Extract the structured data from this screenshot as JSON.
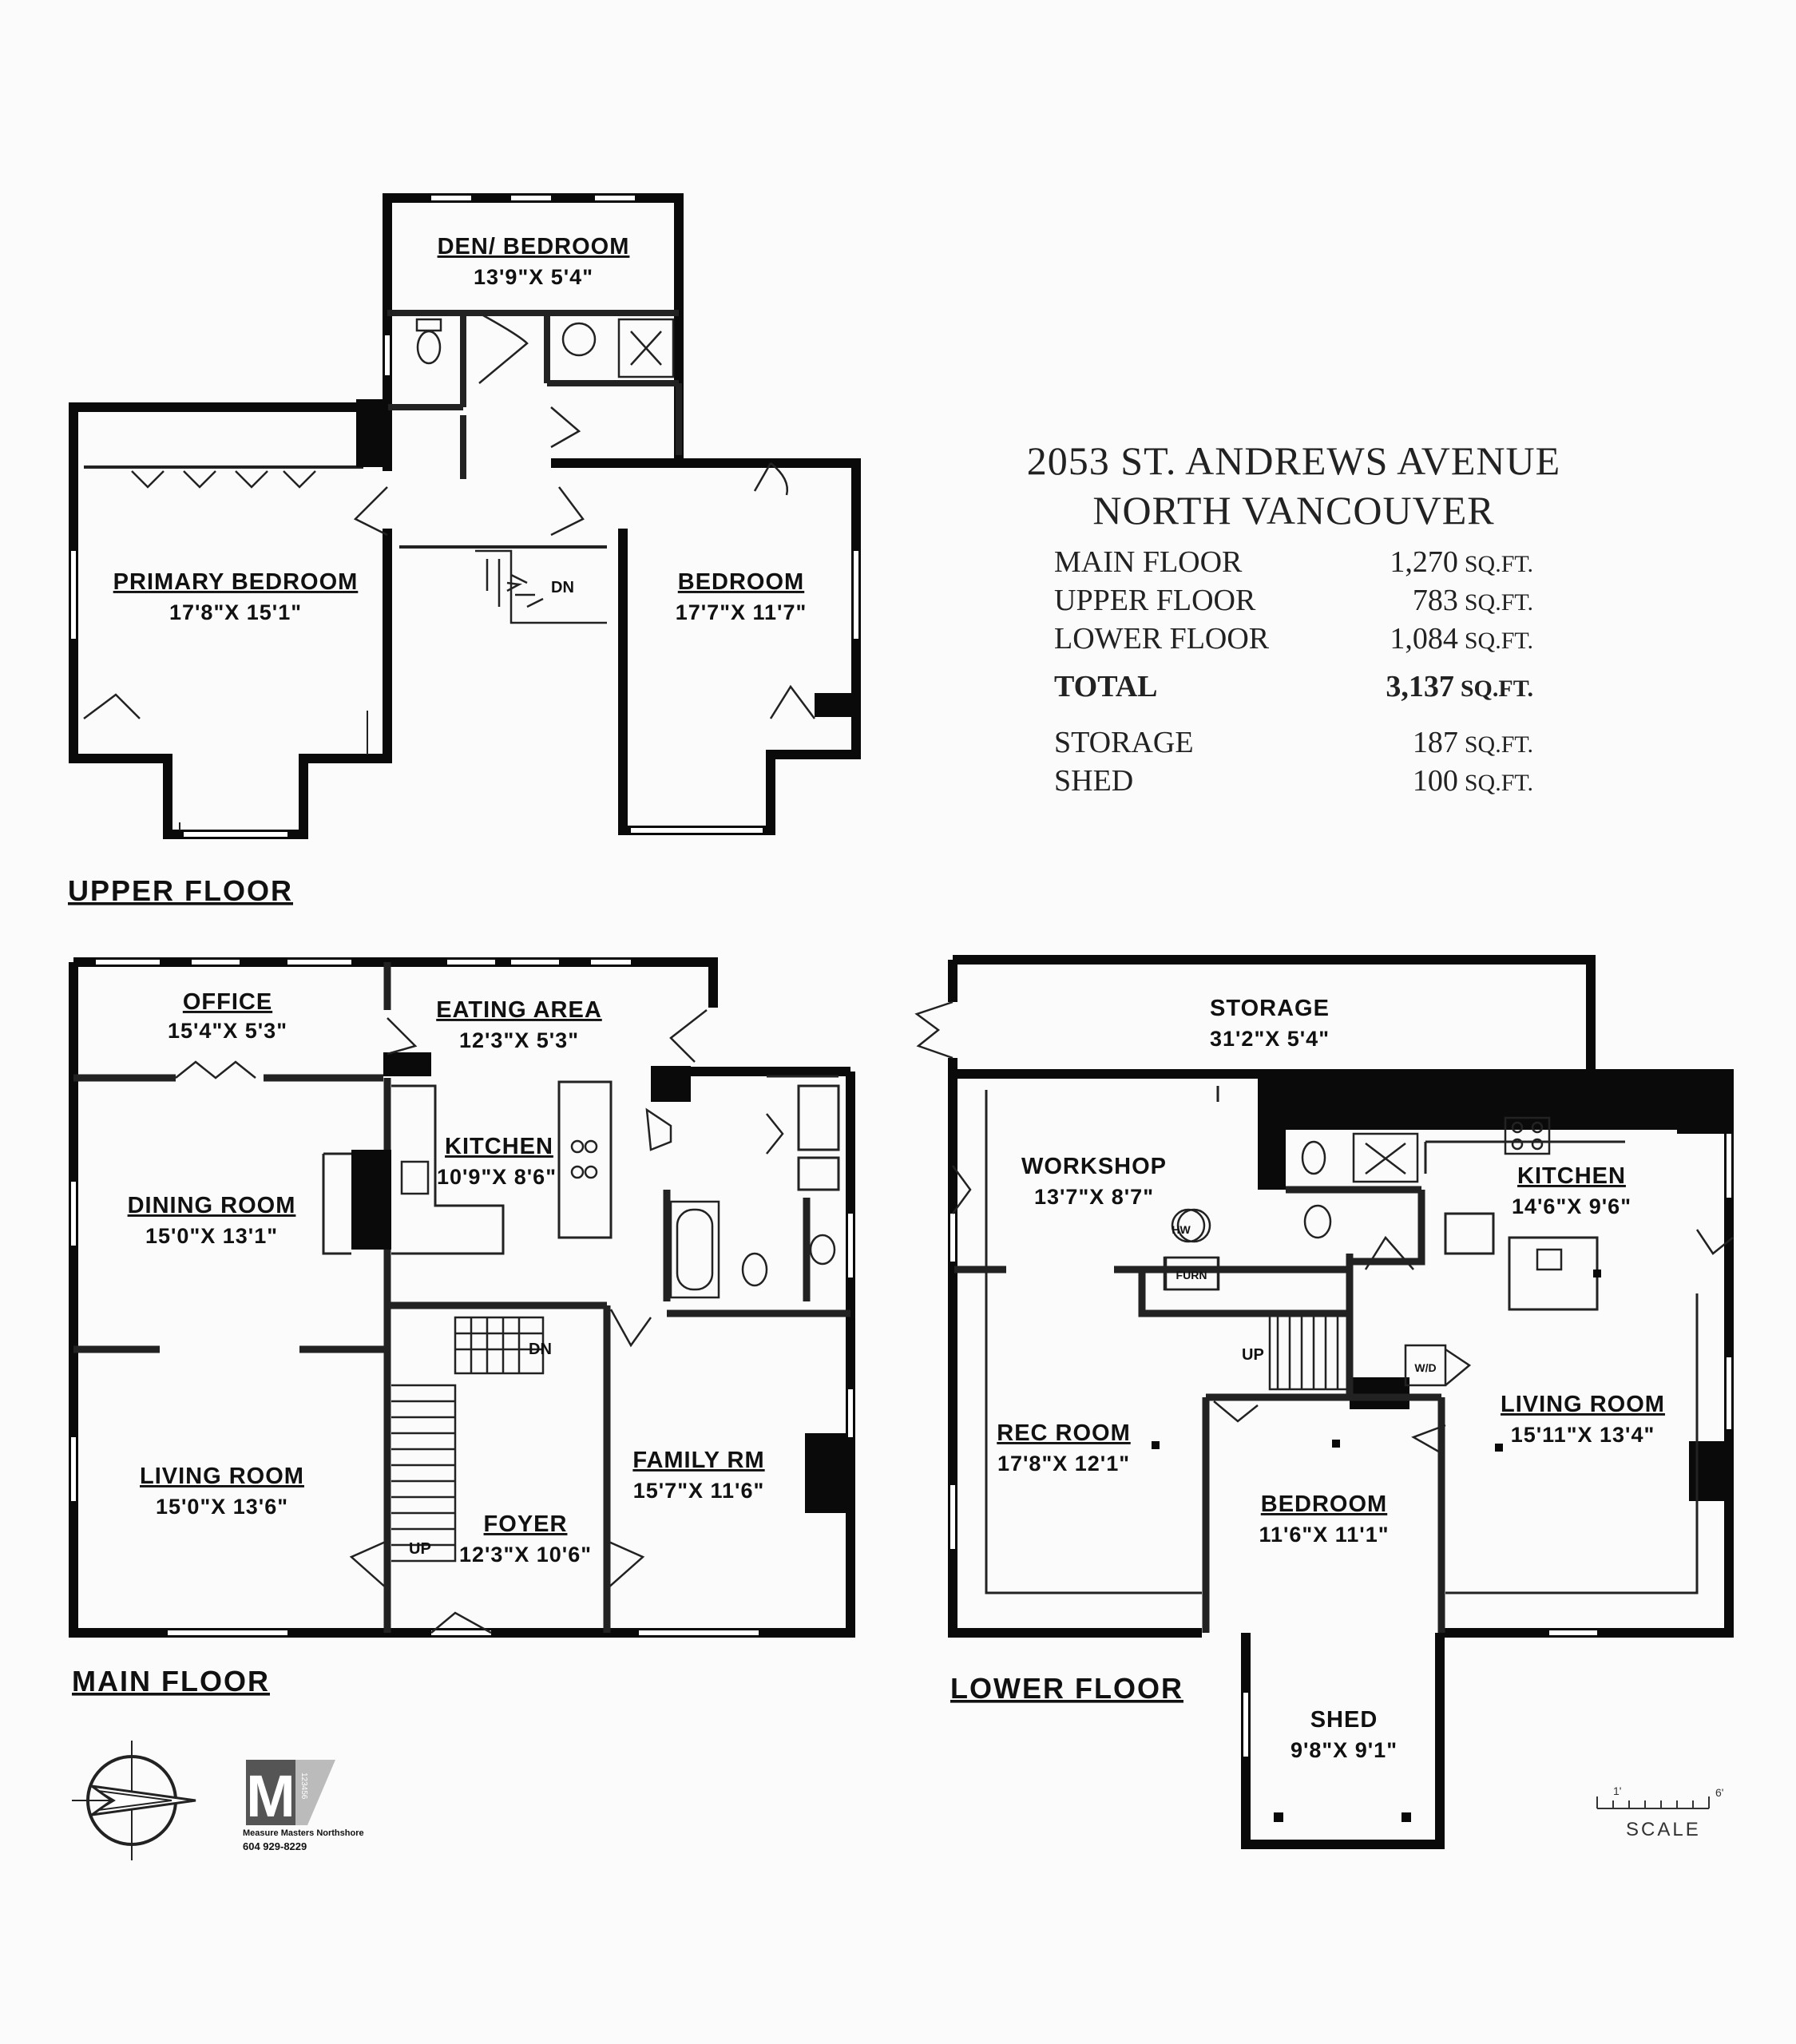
{
  "address": {
    "line1": "2053 ST. ANDREWS AVENUE",
    "line2": "NORTH VANCOUVER"
  },
  "areas": [
    {
      "label": "MAIN FLOOR",
      "value": "1,270",
      "unit": "SQ.FT."
    },
    {
      "label": "UPPER FLOOR",
      "value": "783",
      "unit": "SQ.FT."
    },
    {
      "label": "LOWER FLOOR",
      "value": "1,084",
      "unit": "SQ.FT."
    }
  ],
  "total": {
    "label": "TOTAL",
    "value": "3,137",
    "unit": "SQ.FT."
  },
  "extras": [
    {
      "label": "STORAGE",
      "value": "187",
      "unit": "SQ.FT."
    },
    {
      "label": "SHED",
      "value": "100",
      "unit": "SQ.FT."
    }
  ],
  "floors": {
    "upper": "UPPER FLOOR",
    "main": "MAIN FLOOR",
    "lower": "LOWER FLOOR"
  },
  "upper_rooms": {
    "den": {
      "name": "DEN/ BEDROOM",
      "dims": "13'9\"X 5'4\""
    },
    "primary": {
      "name": "PRIMARY BEDROOM",
      "dims": "17'8\"X 15'1\""
    },
    "bedroom": {
      "name": "BEDROOM",
      "dims": "17'7\"X 11'7\""
    }
  },
  "main_rooms": {
    "office": {
      "name": "OFFICE",
      "dims": "15'4\"X 5'3\""
    },
    "eating": {
      "name": "EATING AREA",
      "dims": "12'3\"X 5'3\""
    },
    "kitchen": {
      "name": "KITCHEN",
      "dims": "10'9\"X 8'6\""
    },
    "dining": {
      "name": "DINING ROOM",
      "dims": "15'0\"X 13'1\""
    },
    "living": {
      "name": "LIVING ROOM",
      "dims": "15'0\"X 13'6\""
    },
    "foyer": {
      "name": "FOYER",
      "dims": "12'3\"X 10'6\""
    },
    "family": {
      "name": "FAMILY RM",
      "dims": "15'7\"X 11'6\""
    }
  },
  "lower_rooms": {
    "storage": {
      "name": "STORAGE",
      "dims": "31'2\"X 5'4\""
    },
    "workshop": {
      "name": "WORKSHOP",
      "dims": "13'7\"X 8'7\""
    },
    "kitchen": {
      "name": "KITCHEN",
      "dims": "14'6\"X 9'6\""
    },
    "rec": {
      "name": "REC ROOM",
      "dims": "17'8\"X 12'1\""
    },
    "bedroom": {
      "name": "BEDROOM",
      "dims": "11'6\"X 11'1\""
    },
    "living": {
      "name": "LIVING ROOM",
      "dims": "15'11\"X 13'4\""
    },
    "shed": {
      "name": "SHED",
      "dims": "9'8\"X 9'1\""
    }
  },
  "stair_labels": {
    "upper_dn": "DN",
    "main_dn": "DN",
    "main_up": "UP",
    "lower_up": "UP"
  },
  "fixtures": {
    "hw": "HW",
    "furn": "FURN",
    "wd": "W/D"
  },
  "logo": {
    "letter": "M",
    "digits": "123456",
    "company": "Measure Masters Northshore",
    "phone": "604 929-8229"
  },
  "scale": {
    "label": "SCALE",
    "start": "1'",
    "end": "6'"
  }
}
